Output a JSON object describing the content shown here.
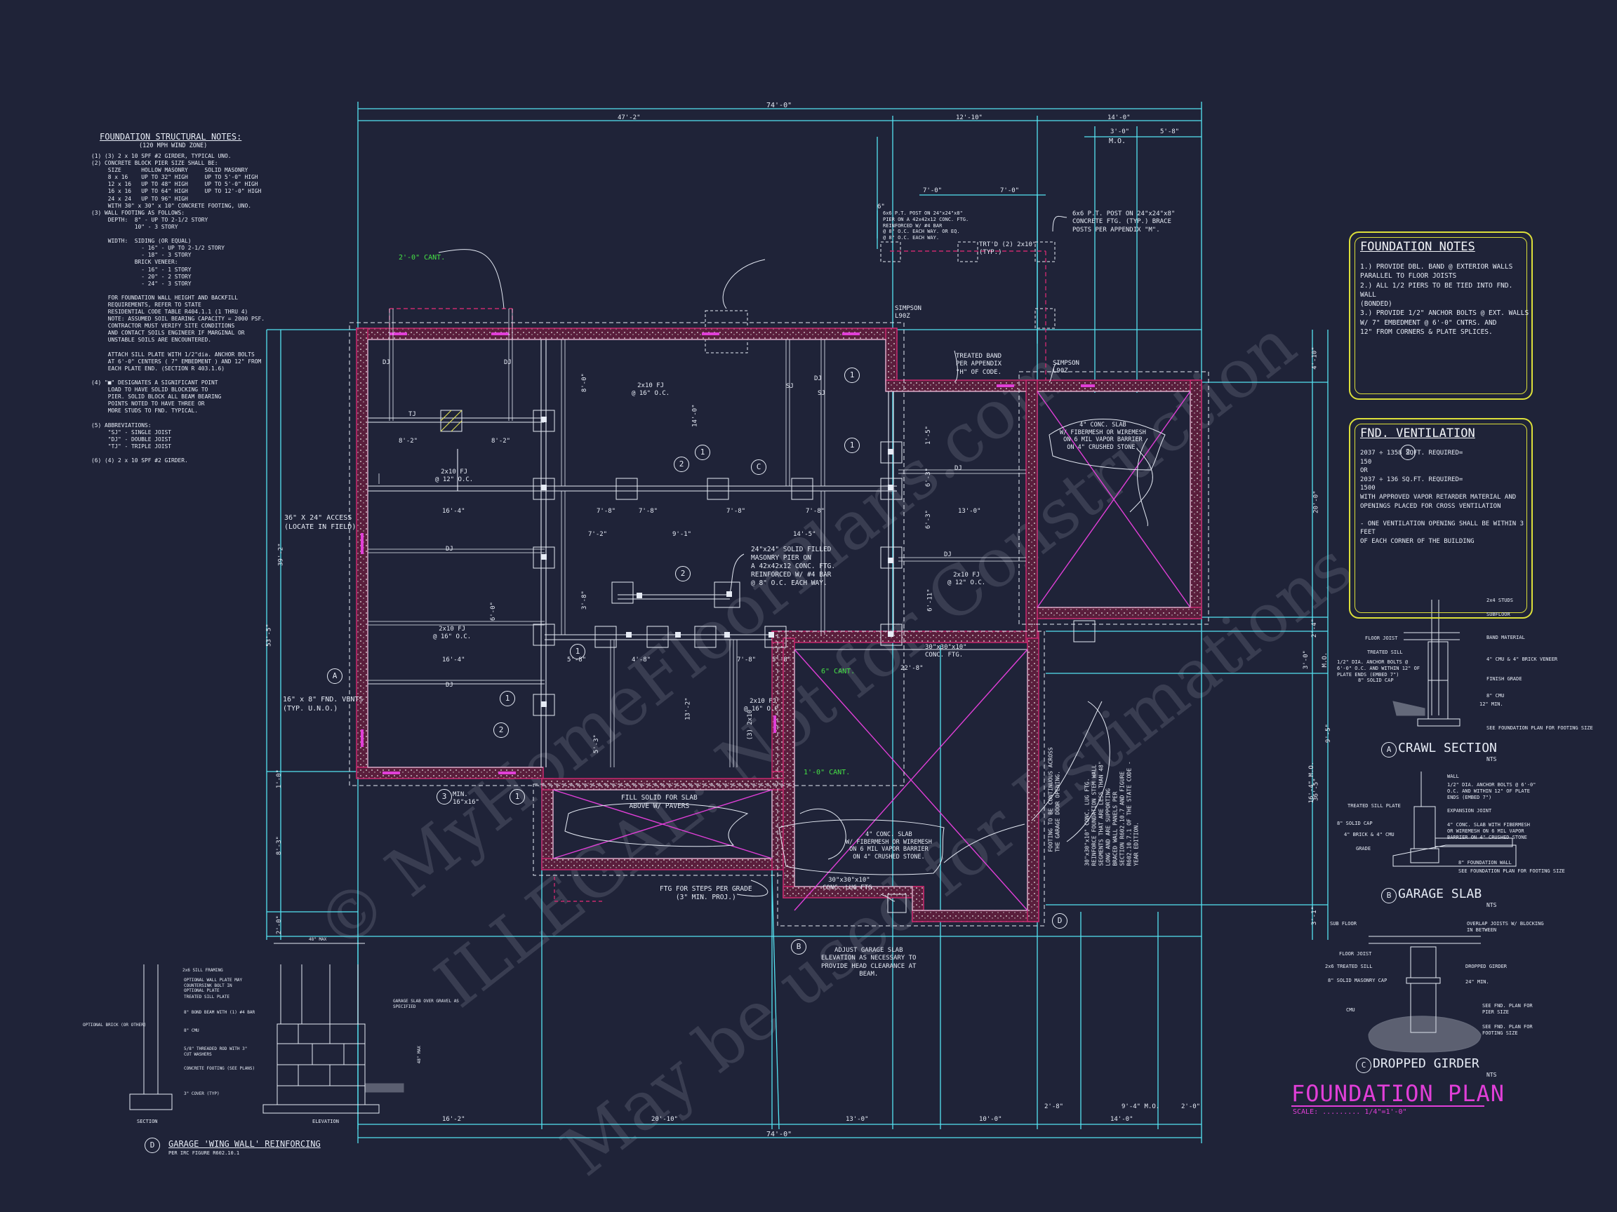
{
  "title": {
    "main": "FOUNDATION PLAN",
    "scale": "SCALE: ......... 1/4\"=1'-0\""
  },
  "watermark": {
    "line1": "© MyHomeFloorPlans.com",
    "line2": "ILLEGAL: Not for Construction",
    "line3": "May be used for Estimations"
  },
  "structural_notes": {
    "heading": "FOUNDATION STRUCTURAL NOTES:",
    "subheading": "(120 MPH WIND ZONE)",
    "lines": [
      "(1) (3) 2 x 10 SPF #2 GIRDER, TYPICAL UNO.",
      "(2) CONCRETE BLOCK PIER SIZE SHALL BE:",
      "     SIZE      HOLLOW MASONRY     SOLID MASONRY",
      "     8 x 16    UP TO 32\" HIGH     UP TO 5'-0\" HIGH",
      "     12 x 16   UP TO 48\" HIGH     UP TO 5'-0\" HIGH",
      "     16 x 16   UP TO 64\" HIGH     UP TO 12'-0\" HIGH",
      "     24 x 24   UP TO 96\" HIGH",
      "     WITH 30\" x 30\" x 10\" CONCRETE FOOTING, UNO.",
      "(3) WALL FOOTING AS FOLLOWS:",
      "     DEPTH:  8\" - UP TO 2-1/2 STORY",
      "             10\" - 3 STORY",
      "",
      "     WIDTH:  SIDING (OR EQUAL)",
      "               - 16\" - UP TO 2-1/2 STORY",
      "               - 18\" - 3 STORY",
      "             BRICK VENEER:",
      "               - 16\" - 1 STORY",
      "               - 20\" - 2 STORY",
      "               - 24\" - 3 STORY",
      "",
      "     FOR FOUNDATION WALL HEIGHT AND BACKFILL",
      "     REQUIREMENTS, REFER TO STATE",
      "     RESIDENTIAL CODE TABLE R404.1.1 (1 THRU 4)",
      "     NOTE: ASSUMED SOIL BEARING CAPACITY = 2000 PSF.",
      "     CONTRACTOR MUST VERIFY SITE CONDITIONS",
      "     AND CONTACT SOILS ENGINEER IF MARGINAL OR",
      "     UNSTABLE SOILS ARE ENCOUNTERED.",
      "",
      "     ATTACH SILL PLATE WITH 1/2\"dia. ANCHOR BOLTS",
      "     AT 6'-0\" CENTERS ( 7\" EMBEDMENT ) AND 12\" FROM",
      "     EACH PLATE END. (SECTION R 403.1.6)",
      "",
      "(4) \"■\" DESIGNATES A SIGNIFICANT POINT",
      "     LOAD TO HAVE SOLID BLOCKING TO",
      "     PIER. SOLID BLOCK ALL BEAM BEARING",
      "     POINTS NOTED TO HAVE THREE OR",
      "     MORE STUDS TO FND. TYPICAL.",
      "",
      "(5) ABBREVIATIONS:",
      "     \"SJ\" - SINGLE JOIST",
      "     \"DJ\" - DOUBLE JOIST",
      "     \"TJ\" - TRIPLE JOIST",
      "",
      "(6) (4) 2 x 10 SPF #2 GIRDER."
    ]
  },
  "foundation_notes": {
    "heading": "FOUNDATION NOTES",
    "lines": [
      "1.) PROVIDE DBL. BAND @ EXTERIOR WALLS",
      "    PARALLEL TO FLOOR JOISTS",
      "2.) ALL 1/2 PIERS TO BE TIED INTO FND. WALL",
      "    (BONDED)",
      "3.) PROVIDE 1/2\" ANCHOR BOLTS @ EXT. WALLS",
      "    W/ 7\" EMBEDMENT @ 6'-0\" CNTRS. AND",
      "    12\" FROM CORNERS & PLATE SPLICES."
    ]
  },
  "ventilation": {
    "heading": "FND. VENTILATION",
    "lines": [
      "2037 ÷ 1358 SQFT. REQUIRED=",
      "150",
      "       OR",
      "2037 ÷ 136 SQ.FT. REQUIRED=",
      "1500",
      "WITH APPROVED VAPOR RETARDER MATERIAL AND",
      "OPENINGS PLACED FOR CROSS VENTILATION",
      "",
      "- ONE VENTILATION OPENING SHALL BE WITHIN 3 FEET",
      "  OF EACH CORNER OF THE BUILDING"
    ]
  },
  "details": {
    "crawl": {
      "letter": "A",
      "title": "CRAWL SECTION",
      "nts": "NTS",
      "labels": [
        "2x4 STUDS",
        "SUBFLOOR",
        "FLOOR JOIST",
        "BAND MATERIAL",
        "TREATED SILL",
        "1/2\" DIA. ANCHOR BOLTS @ 6'-0\" O.C. AND WITHIN 12\" OF PLATE ENDS (EMBED 7\")",
        "4\" CMU & 4\" BRICK VENEER",
        "8\" SOLID CAP",
        "FINISH GRADE",
        "8\" CMU",
        "SEE FOUNDATION PLAN FOR FOOTING SIZE",
        "12\" MIN."
      ]
    },
    "garage": {
      "letter": "B",
      "title": "GARAGE SLAB",
      "nts": "NTS",
      "labels": [
        "WALL",
        "1/2\" DIA. ANCHOR BOLTS @ 6'-0\" O.C. AND WITHIN 12\" OF PLATE ENDS (EMBED 7\")",
        "TREATED SILL PLATE",
        "EXPANSION JOINT",
        "8\" SOLID CAP",
        "4\" BRICK & 4\" CMU",
        "4\" CONC. SLAB WITH FIBERMESH OR WIREMESH ON 6 MIL VAPOR BARRIER ON 4\" CRUSHED STONE",
        "GRADE",
        "8\" FOUNDATION WALL",
        "SEE FOUNDATION PLAN FOR FOOTING SIZE"
      ]
    },
    "girder": {
      "letter": "C",
      "title": "DROPPED GIRDER",
      "nts": "NTS",
      "labels": [
        "SUB FLOOR",
        "OVERLAP JOISTS W/ BLOCKING IN BETWEEN",
        "FLOOR JOIST",
        "2x6 TREATED SILL",
        "DROPPED GIRDER",
        "8\" SOLID MASONRY CAP",
        "CMU",
        "24\" MIN.",
        "SEE FND. PLAN FOR PIER SIZE",
        "SEE FND. PLAN FOR FOOTING SIZE"
      ]
    },
    "wingwall": {
      "letter": "D",
      "title": "GARAGE 'WING WALL' REINFORCING",
      "sub": "PER IRC FIGURE R602.10.1",
      "labels": [
        "48\" MAX",
        "2x6 SILL FRAMING",
        "OPTIONAL WALL PLATE MAY COUNTERSINK BOLT IN OPTIONAL PLATE",
        "TREATED SILL PLATE",
        "8\" BOND BEAM WITH (1) #4 BAR",
        "8\" CMU",
        "5/8\" THREADED ROD WITH 3\" CUT WASHERS",
        "CONCRETE FOOTING (SEE PLANS)",
        "3\" COVER (TYP)",
        "GARAGE SLAB OVER GRAVEL AS SPECIFIED",
        "OPTIONAL BRICK (OR OTHER)",
        "48\" MAX"
      ],
      "section": "SECTION",
      "elevation": "ELEVATION"
    }
  },
  "dimensions": {
    "top_overall": "74'-0\"",
    "top_parts": [
      "47'-2\"",
      "12'-10\"",
      "14'-0\""
    ],
    "top_right": [
      "3'-0\"",
      "5'-8\"",
      "M.O."
    ],
    "top_small": [
      "7'-0\"",
      "7'-0\"",
      "6\""
    ],
    "bottom_overall": "74'-0\"",
    "bottom_parts": [
      "16'-2\"",
      "20'-10\"",
      "13'-0\"",
      "10'-0\"",
      "2'-8\"",
      "9'-4\" M.O.",
      "2'-0\"",
      "14'-0\""
    ],
    "left": [
      "39'-2\"",
      "53'-5\"",
      "8'-3\"",
      "1'-0\"",
      "2'-0\""
    ],
    "right": [
      "4'-10\"",
      "20'-0\"",
      "2'-4\"",
      "16'-4\" M.O.",
      "36'-5\"",
      "3'-1\"",
      "3'-0\"",
      "M.O.",
      "9'-5\""
    ]
  },
  "plan_labels": {
    "cant_2": "2'-0\" CANT.",
    "cant_6": "6\" CANT.",
    "cant_1": "1'-0\" CANT.",
    "access": "36\" X 24\" ACCESS\n(LOCATE IN FIELD)",
    "vents": "16\" x 8\" FND. VENTS\n(TYP. U.N.O.)",
    "post": "6x6 P.T. POST ON 24\"x24\"x8\"\nCONCRETE FTG. (TYP.) BRACE\nPOSTS PER APPENDIX \"M\".",
    "trtd": "TRT'D (2) 2x10\"\n(TYP.)",
    "simpson": "SIMPSON\nL90Z",
    "band": "TREATED BAND\nPER APPENDIX\n\"H\" OF CODE.",
    "porch_slab": "4\" CONC. SLAB\nW/ FIBERMESH OR WIREMESH\nON 6 MIL VAPOR BARRIER\nON 4\" CRUSHED STONE.",
    "garage_slab": "4\" CONC. SLAB\nW/ FIBERMESH OR WIREMESH\nON 6 MIL VAPOR BARRIER\nON 4\" CRUSHED STONE.",
    "pier": "24\"x24\" SOLID FILLED\nMASONRY PIER ON\nA 42x42x12 CONC. FTG.\nREINFORCED W/ #4 BAR\n@ 8\" O.C. EACH WAY.",
    "fill": "FILL SOLID FOR SLAB\nABOVE W/ PAVERS",
    "steps": "FTG FOR STEPS PER GRADE\n(3\" MIN. PROJ.)",
    "lug": "30\"x30\"x10\"\nCONC. LUG FTG.",
    "lug2": "30\"x30\"x10\"\nCONC. FTG.",
    "adjust": "ADJUST GARAGE SLAB\nELEVATION AS NECESSARY TO\nPROVIDE HEAD CLEARANCE AT\nBEAM.",
    "door": "FOOTING TO BE CONTINUOUS ACROSS\nTHE GARAGE DOOR OPENING.",
    "lugnote": "30\"x30\"x10\" CONC. LUG FTG.\nREINFORCE FOUNDATION STEM WALL\nSEGMENTS THAT ARE LESS THAN 48\"\nLONG AND ARE SUPPORTING\nBRACED WALL PANELS PER\nSECTION R602.10.7 AND FIGURE\nR602.10.7.1 OF THE STATE CODE -\nYEAR EDITION.",
    "min": "MIN.\n16\"x16\"",
    "joists": [
      "2x10 FJ\n@ 12\" O.C.",
      "2x10 FJ\n@ 16\" O.C.",
      "2x10 FJ\n@ 12\" O.C.",
      "2x10 FJ\n@ 16\" O.C.",
      "2x10 FJ\n@ 16\" O.C."
    ],
    "dj": "DJ",
    "tj": "TJ",
    "sj": "SJ",
    "spans": [
      "8'-2\"",
      "8'-2\"",
      "16'-4\"",
      "7'-8\"",
      "7'-8\"",
      "7'-8\"",
      "7'-8\"",
      "13'-0\"",
      "7'-2\"",
      "9'-1\"",
      "14'-5\"",
      "16'-4\"",
      "5'-8\"",
      "4'-8\"",
      "7'-8\"",
      "5'-8\"",
      "22'-8\"",
      "6'-0\"",
      "14'-0\"",
      "8'-0\"",
      "3'-8\"",
      "13'-2\"",
      "6'-3\"",
      "6'-11\"",
      "1'-5\"",
      "5'-3\"",
      "6'-3\""
    ],
    "girder": "(3) 2x10",
    "hidden_note": "6x6 P.T. POST ON 24\"x24\"x8\"\nPIER ON A 42x42x12 CONC. FTG.\nREINFORCED W/ #4 BAR\n@ 8\" O.C. EACH WAY. OR EQ.\n@ 8\" O.C. EACH WAY."
  },
  "bubbles": [
    "1",
    "2",
    "1",
    "2",
    "1",
    "2",
    "1",
    "1",
    "2",
    "1",
    "3"
  ],
  "section_marks": [
    "A",
    "B",
    "C",
    "D"
  ],
  "colors": {
    "background": "#1f2338",
    "cyan": "#55e3f2",
    "magenta": "#e13fd8",
    "green": "#45e245",
    "yellow": "#dcdf3a",
    "wall": "#c82a6e",
    "white": "#e6ebf5"
  }
}
